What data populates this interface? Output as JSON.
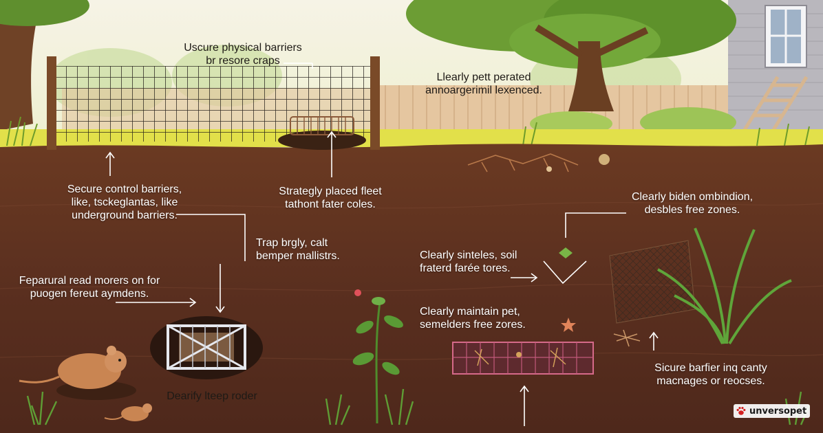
{
  "labels": {
    "top_fence": "Uscure physical barriers\nbr resore craps",
    "top_right": "Llearly pett perated\nannoargerimil lexenced.",
    "secure_control": "Secure control barriers,\nlike, tsckeglantas, like\nunderground barriers.",
    "strategically": "Strategly placed fleet\ntathont fater coles.",
    "clearly_bidden": "Clearly biden ombindion,\ndesbles free zones.",
    "trap_brgly": "Trap brgly, calt\nbemper mallistrs.",
    "clearly_sinteles": "Clearly sinteles, soil\nfraterd farée tores.",
    "feparural": "Feparural read morers on for\npuogen fereut aymdens.",
    "clearly_maintain": "Clearly maintain pet,\nsemelders free zores.",
    "sicure_barfier": "Sicure barfier inq canty\nmacnages or reocses.",
    "dearify": "Dearify lteep roder"
  },
  "watermark": {
    "text": "unversopet",
    "icon": "paw-icon"
  },
  "colors": {
    "sky": "#f3eedc",
    "grass": "#e9e44a",
    "soil": "#5c3121",
    "fence_wood": "#e8c9a4",
    "label_dark": "#1e1a16",
    "label_light": "#ffffff"
  }
}
